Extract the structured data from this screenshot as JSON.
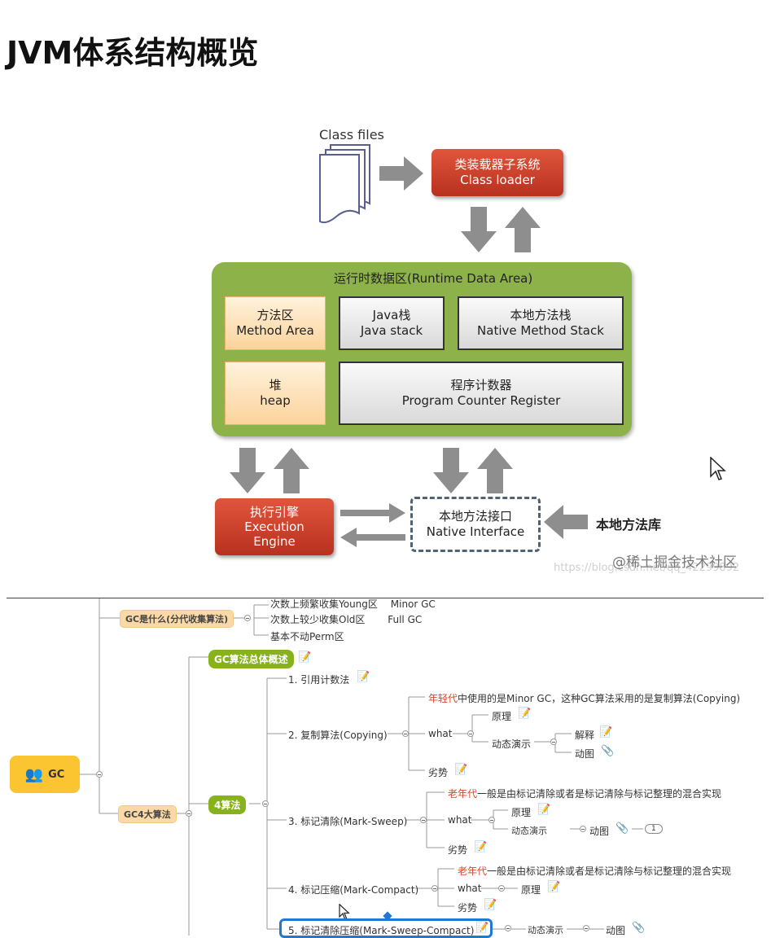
{
  "title": "JVM体系结构概览",
  "diagram": {
    "class_files": "Class files",
    "class_loader": {
      "cn": "类装载器子系统",
      "en": "Class loader"
    },
    "runtime_area_title": "运行时数据区(Runtime Data Area)",
    "method_area": {
      "cn": "方法区",
      "en": "Method Area"
    },
    "java_stack": {
      "cn": "Java栈",
      "en": "Java stack"
    },
    "native_method_stack": {
      "cn": "本地方法栈",
      "en": "Native Method Stack"
    },
    "heap": {
      "cn": "堆",
      "en": "heap"
    },
    "program_counter": {
      "cn": "程序计数器",
      "en": "Program Counter Register"
    },
    "execution_engine": {
      "cn": "执行引擎",
      "en1": "Execution",
      "en2": "Engine"
    },
    "native_interface": {
      "cn": "本地方法接口",
      "en": "Native Interface"
    },
    "native_library": "本地方法库",
    "watermark": "@稀土掘金技术社区",
    "watermark_url": "https://blog.csdn.net/qq_42299892"
  },
  "mindmap": {
    "root": "GC",
    "gc_what": "GC是什么(分代收集算法)",
    "gc_what_items": [
      {
        "text": "次数上频繁收集Young区",
        "extra": "Minor GC"
      },
      {
        "text": "次数上较少收集Old区",
        "extra": "Full GC"
      },
      {
        "text": "基本不动Perm区",
        "extra": ""
      }
    ],
    "gc4": "GC4大算法",
    "overview": "GC算法总体概述",
    "four_algos": "4算法",
    "algo1": "1. 引用计数法",
    "algo2": "2. 复制算法(Copying)",
    "algo2_young_red": "年轻代",
    "algo2_young_rest": "中使用的是Minor GC，这种GC算法采用的是复制算法(Copying)",
    "what": "what",
    "principle": "原理",
    "demo": "动态演示",
    "explain": "解释",
    "gif": "动图",
    "disadvantage": "劣势",
    "algo3": "3. 标记清除(Mark-Sweep)",
    "old_red": "老年代",
    "old_rest": "一般是由标记清除或者是标记清除与标记整理的混合实现",
    "badge_count": "1",
    "algo4": "4. 标记压缩(Mark-Compact)",
    "algo5": "5. 标记清除压缩(Mark-Sweep-Compact)"
  }
}
